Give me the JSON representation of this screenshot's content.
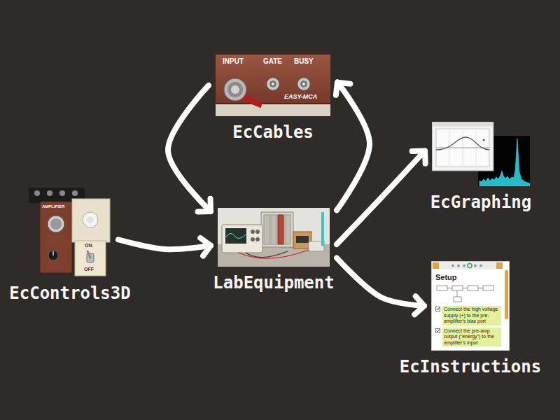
{
  "diagram": {
    "nodes": [
      {
        "text": [
          "EcCables"
        ]
      },
      {
        "text": [
          "EcControls3D"
        ]
      },
      {
        "text": [
          "LabEquipment"
        ]
      },
      {
        "text": [
          "EcGraphing"
        ]
      },
      {
        "text": [
          "EcInstructions"
        ]
      }
    ],
    "edges": [
      {
        "from": 0,
        "to": 2,
        "arrow": "to"
      },
      {
        "from": 2,
        "to": 0,
        "arrow": "to"
      },
      {
        "from": 1,
        "to": 2,
        "arrow": "to"
      },
      {
        "from": 2,
        "to": 3,
        "arrow": "to"
      },
      {
        "from": 2,
        "to": 4,
        "arrow": "to"
      }
    ],
    "labels": [
      "INPUT",
      "GATE",
      "BUSY",
      "EASY-MCA",
      "AMPLIFIER",
      "ON",
      "OFF",
      "Setup",
      "Connect the high voltage supply (+) to the pre-amplifier's bias port",
      "Connect the pre-amp output (\"energy\") to the amplifier's input"
    ]
  }
}
